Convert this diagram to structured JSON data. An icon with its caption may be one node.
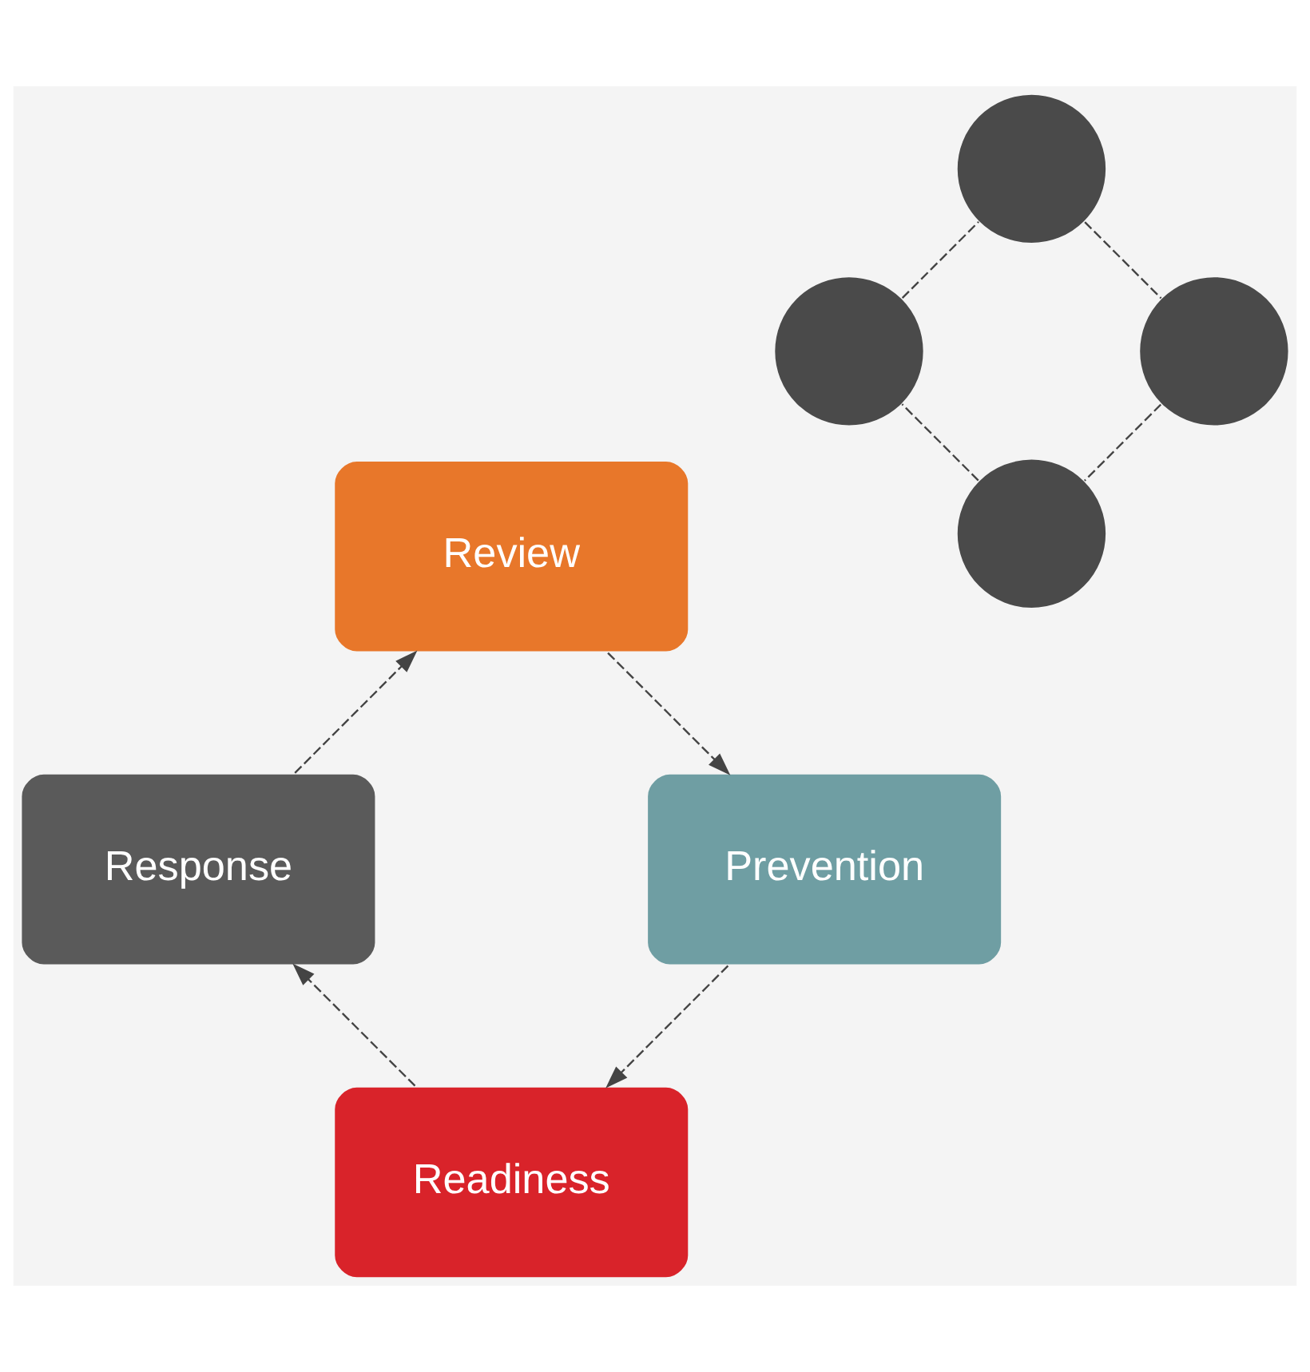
{
  "diagram": {
    "nodes": [
      {
        "text": [
          "Readiness"
        ]
      },
      {
        "text": [
          "Response"
        ]
      },
      {
        "text": [
          "Review"
        ]
      },
      {
        "text": [
          "Prevention"
        ]
      },
      {
        "text": [],
        "shape": "circle"
      },
      {
        "text": [],
        "shape": "circle"
      },
      {
        "text": [],
        "shape": "circle"
      },
      {
        "text": [],
        "shape": "circle"
      }
    ],
    "edges": [
      {
        "from": 0,
        "to": 1,
        "arrow": "to",
        "style": "dashed"
      },
      {
        "from": 1,
        "to": 2,
        "arrow": "to",
        "style": "dashed"
      },
      {
        "from": 2,
        "to": 3,
        "arrow": "to",
        "style": "dashed"
      },
      {
        "from": 3,
        "to": 0,
        "arrow": "to",
        "style": "dashed"
      },
      {
        "from": 4,
        "to": 6,
        "arrow": "none",
        "style": "dashed"
      },
      {
        "from": 6,
        "to": 7,
        "arrow": "none",
        "style": "dashed"
      },
      {
        "from": 7,
        "to": 5,
        "arrow": "none",
        "style": "dashed"
      },
      {
        "from": 5,
        "to": 4,
        "arrow": "none",
        "style": "dashed"
      }
    ]
  }
}
